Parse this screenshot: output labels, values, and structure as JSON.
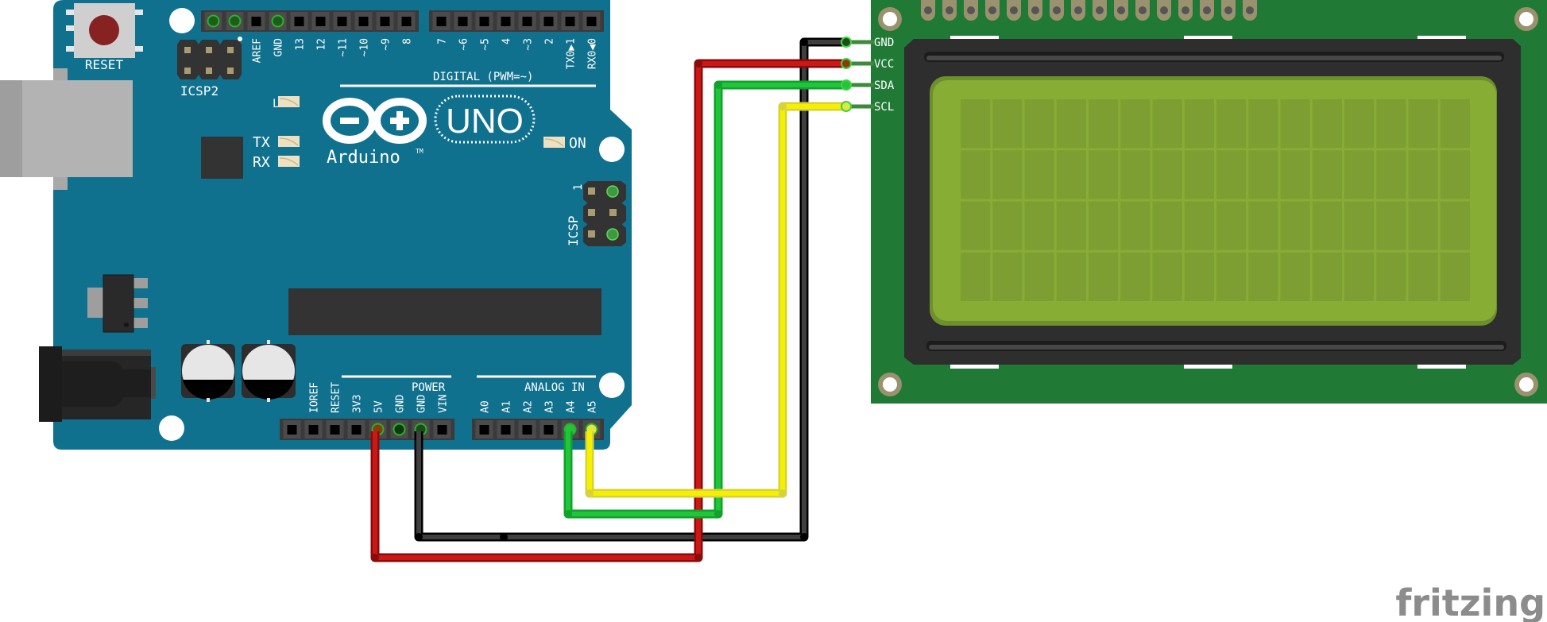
{
  "diagram": {
    "type": "breadboard-wiring",
    "watermark": "fritzing",
    "colors": {
      "board_blue": "#10718f",
      "lcd_pcb_green": "#207a36",
      "lcd_screen": "#88ad35",
      "lcd_cell": "#7d9e33",
      "wire_red": "#cc1717",
      "wire_black": "#3a3a3a",
      "wire_green": "#22c53a",
      "wire_yellow": "#f4f000"
    }
  },
  "arduino": {
    "brand": "Arduino",
    "trademark": "TM",
    "model": "UNO",
    "reset_label": "RESET",
    "icsp2_label": "ICSP2",
    "icsp_label": "ICSP",
    "icsp_pin1_label": "1",
    "led_labels": {
      "l": "L",
      "tx": "TX",
      "rx": "RX",
      "on": "ON"
    },
    "digital_header_label": "DIGITAL (PWM=~)",
    "digital_pins_a": [
      "AREF",
      "GND",
      "13",
      "12",
      "~11",
      "~10",
      "~9",
      "8"
    ],
    "digital_pins_b": [
      "7",
      "~6",
      "~5",
      "4",
      "~3",
      "2",
      "TX0▶1",
      "RX0◀0"
    ],
    "power_header_label": "POWER",
    "power_pins": [
      "IOREF",
      "RESET",
      "3V3",
      "5V",
      "GND",
      "GND",
      "VIN"
    ],
    "analog_header_label": "ANALOG IN",
    "analog_pins": [
      "A0",
      "A1",
      "A2",
      "A3",
      "A4",
      "A5"
    ]
  },
  "lcd": {
    "pins": [
      "GND",
      "VCC",
      "SDA",
      "SCL"
    ],
    "columns": 16,
    "rows": 4,
    "top_pad_count": 16
  },
  "connections": [
    {
      "from": "Arduino 5V",
      "to": "LCD VCC",
      "color": "red"
    },
    {
      "from": "Arduino GND",
      "to": "LCD GND",
      "color": "black"
    },
    {
      "from": "Arduino A4",
      "to": "LCD SDA",
      "color": "green"
    },
    {
      "from": "Arduino A5",
      "to": "LCD SCL",
      "color": "yellow"
    }
  ]
}
